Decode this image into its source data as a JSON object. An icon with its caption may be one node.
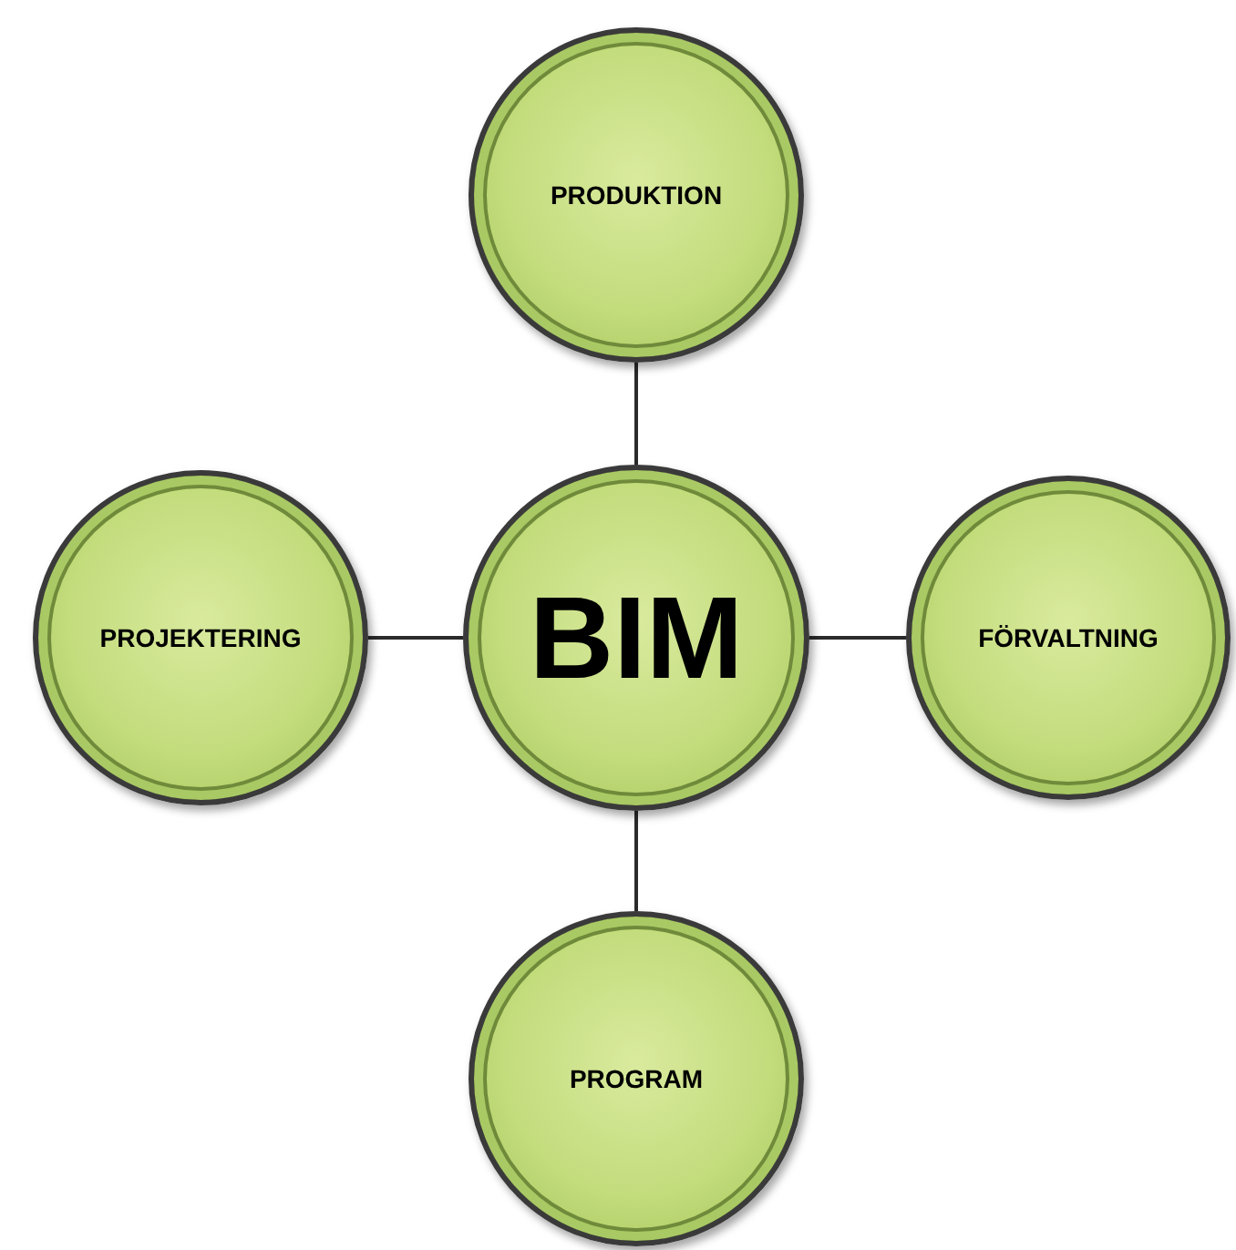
{
  "diagram": {
    "nodes": [
      {
        "text": [
          "PRODUKTION"
        ]
      },
      {
        "text": [
          "PROJEKTERING"
        ]
      },
      {
        "text": [
          "BIM"
        ]
      },
      {
        "text": [
          "FÖRVALTNING"
        ]
      },
      {
        "text": [
          "PROGRAM"
        ]
      }
    ],
    "edges": [
      {
        "from": 2,
        "to": 0,
        "arrow": "none"
      },
      {
        "from": 2,
        "to": 1,
        "arrow": "none"
      },
      {
        "from": 2,
        "to": 3,
        "arrow": "none"
      },
      {
        "from": 2,
        "to": 4,
        "arrow": "none"
      }
    ]
  }
}
